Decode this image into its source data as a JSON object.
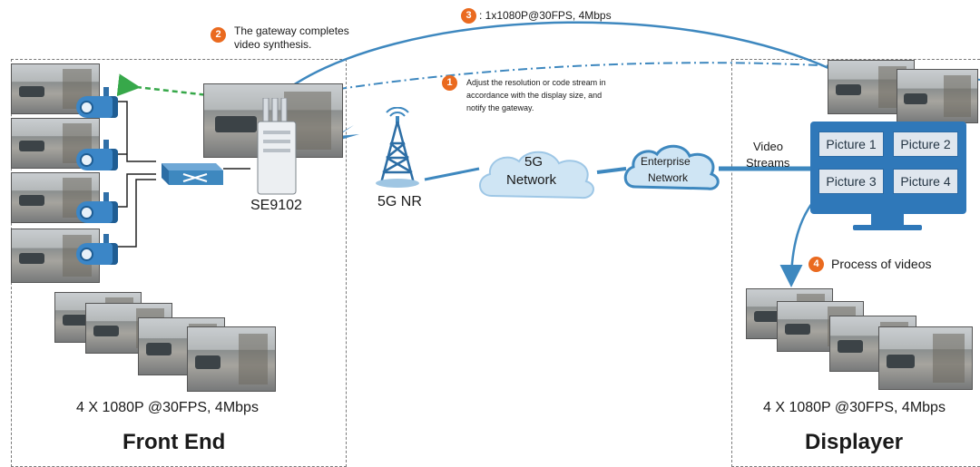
{
  "zones": {
    "front_end": {
      "title": "Front End",
      "spec": "4  X 1080P @30FPS, 4Mbps"
    },
    "displayer": {
      "title": "Displayer",
      "spec": "4  X 1080P @30FPS, 4Mbps"
    }
  },
  "devices": {
    "gateway_label": "SE9102",
    "tower_label": "5G NR",
    "network_5g_line1": "5G",
    "network_5g_line2": "Network",
    "enterprise_line1": "Enterprise",
    "enterprise_line2": "Network",
    "video_streams_line1": "Video",
    "video_streams_line2": "Streams"
  },
  "steps": [
    {
      "number": "1",
      "lines": [
        "Adjust the resolution or code stream in",
        "accordance with the display size, and",
        "notify the gateway."
      ]
    },
    {
      "number": "2",
      "lines": [
        "The gateway completes",
        "video synthesis."
      ]
    },
    {
      "number": "3",
      "lines": [
        ": 1x1080P@30FPS, 4Mbps"
      ]
    },
    {
      "number": "4",
      "lines": [
        "Process of videos"
      ]
    }
  ],
  "monitor": {
    "cells": [
      "Picture 1",
      "Picture 2",
      "Picture 3",
      "Picture 4"
    ]
  },
  "colors": {
    "accent_blue": "#3e88bf",
    "badge_orange": "#ea6a1f",
    "green_dashed": "#37a84a",
    "cloud_fill": "#cfe5f4"
  }
}
